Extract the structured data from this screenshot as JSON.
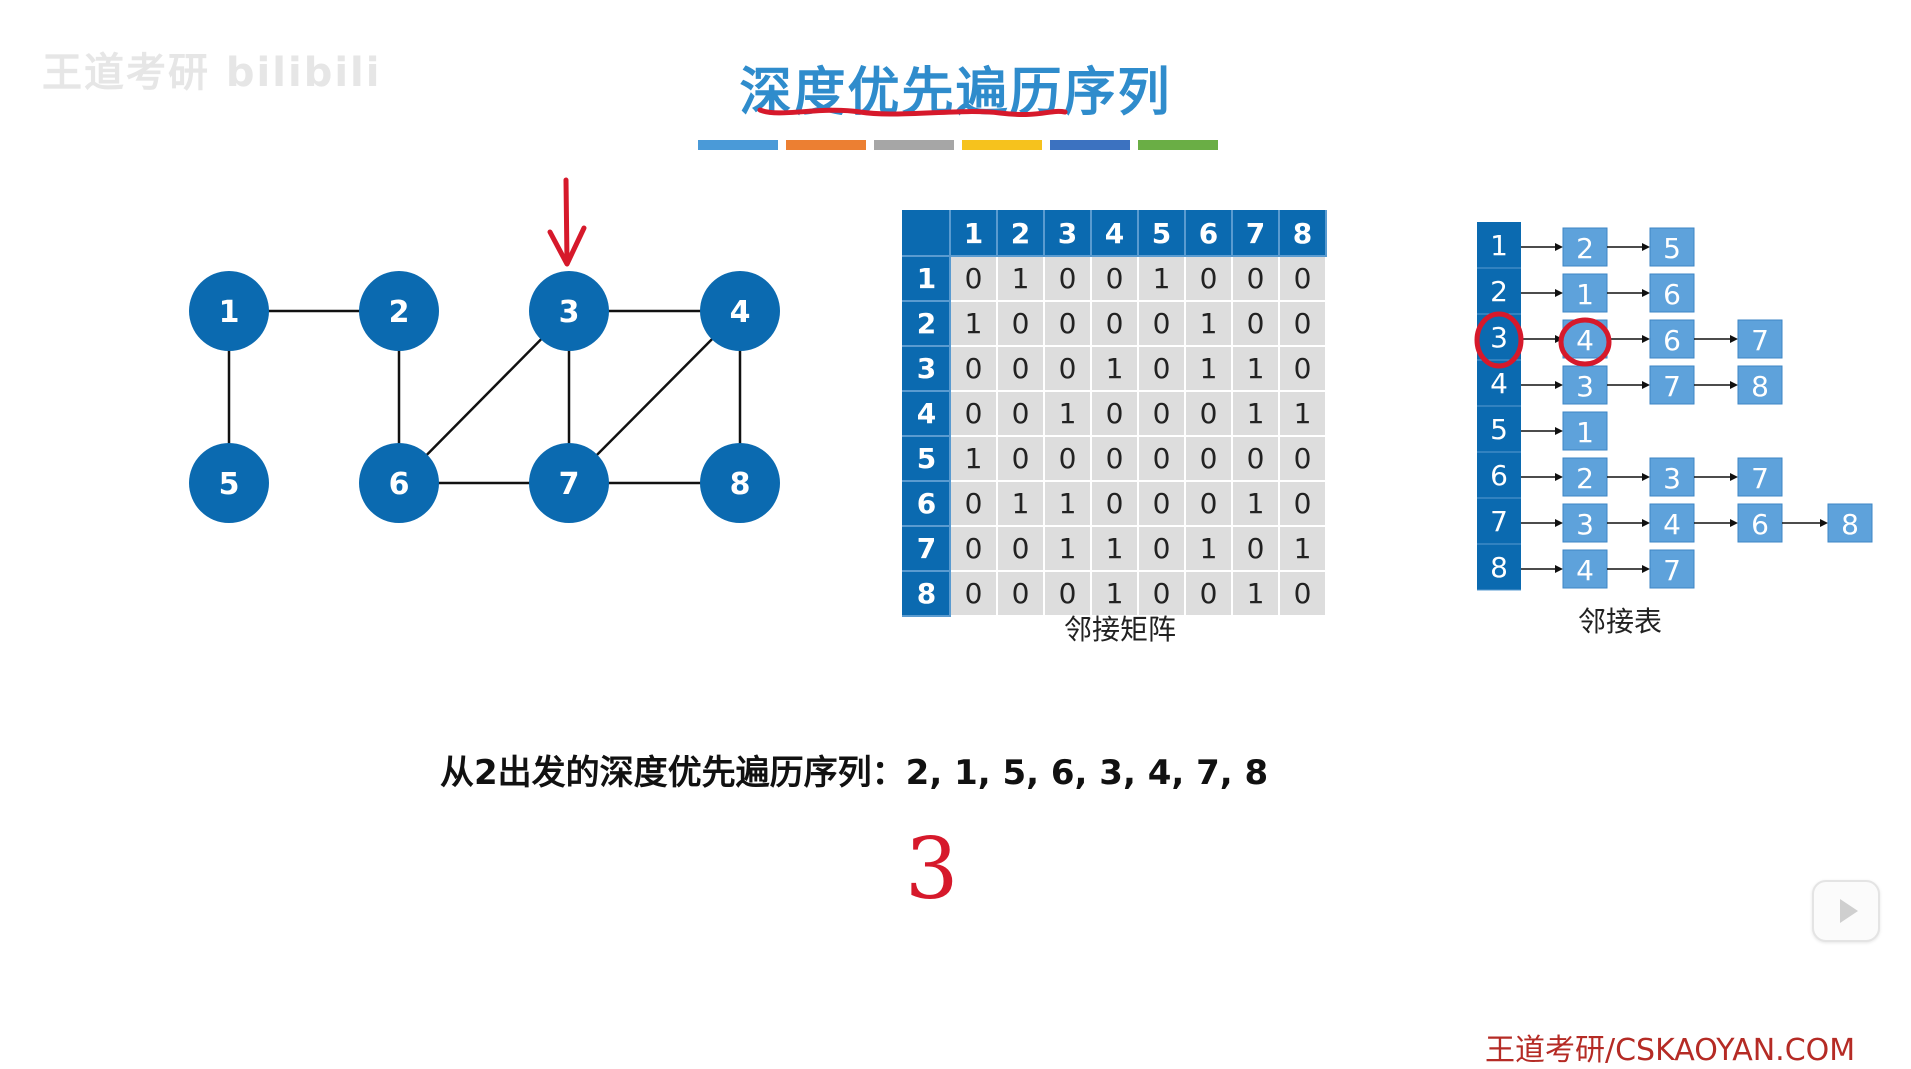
{
  "watermark": "王道考研 bilibili",
  "title": "深度优先遍历序列",
  "colors": [
    "#4a9ad8",
    "#ec7f32",
    "#a6a6a6",
    "#f6c21d",
    "#3c72c0",
    "#6aae45"
  ],
  "graph": {
    "nodes": [
      "1",
      "2",
      "3",
      "4",
      "5",
      "6",
      "7",
      "8"
    ],
    "edges": [
      [
        "1",
        "2"
      ],
      [
        "1",
        "5"
      ],
      [
        "2",
        "6"
      ],
      [
        "3",
        "4"
      ],
      [
        "3",
        "6"
      ],
      [
        "3",
        "7"
      ],
      [
        "4",
        "7"
      ],
      [
        "4",
        "8"
      ],
      [
        "6",
        "7"
      ],
      [
        "7",
        "8"
      ]
    ]
  },
  "matrix": {
    "headers": [
      "1",
      "2",
      "3",
      "4",
      "5",
      "6",
      "7",
      "8"
    ],
    "rows": [
      {
        "label": "1",
        "values": [
          "0",
          "1",
          "0",
          "0",
          "1",
          "0",
          "0",
          "0"
        ]
      },
      {
        "label": "2",
        "values": [
          "1",
          "0",
          "0",
          "0",
          "0",
          "1",
          "0",
          "0"
        ]
      },
      {
        "label": "3",
        "values": [
          "0",
          "0",
          "0",
          "1",
          "0",
          "1",
          "1",
          "0"
        ]
      },
      {
        "label": "4",
        "values": [
          "0",
          "0",
          "1",
          "0",
          "0",
          "0",
          "1",
          "1"
        ]
      },
      {
        "label": "5",
        "values": [
          "1",
          "0",
          "0",
          "0",
          "0",
          "0",
          "0",
          "0"
        ]
      },
      {
        "label": "6",
        "values": [
          "0",
          "1",
          "1",
          "0",
          "0",
          "0",
          "1",
          "0"
        ]
      },
      {
        "label": "7",
        "values": [
          "0",
          "0",
          "1",
          "1",
          "0",
          "1",
          "0",
          "1"
        ]
      },
      {
        "label": "8",
        "values": [
          "0",
          "0",
          "0",
          "1",
          "0",
          "0",
          "1",
          "0"
        ]
      }
    ],
    "caption": "邻接矩阵"
  },
  "adjacency_list": {
    "rows": [
      {
        "vertex": "1",
        "neighbors": [
          "2",
          "5"
        ]
      },
      {
        "vertex": "2",
        "neighbors": [
          "1",
          "6"
        ]
      },
      {
        "vertex": "3",
        "neighbors": [
          "4",
          "6",
          "7"
        ]
      },
      {
        "vertex": "4",
        "neighbors": [
          "3",
          "7",
          "8"
        ]
      },
      {
        "vertex": "5",
        "neighbors": [
          "1"
        ]
      },
      {
        "vertex": "6",
        "neighbors": [
          "2",
          "3",
          "7"
        ]
      },
      {
        "vertex": "7",
        "neighbors": [
          "3",
          "4",
          "6",
          "8"
        ]
      },
      {
        "vertex": "8",
        "neighbors": [
          "4",
          "7"
        ]
      }
    ],
    "caption": "邻接表"
  },
  "sequence": "从2出发的深度优先遍历序列：2, 1, 5, 6, 3, 4, 7, 8",
  "handwritten_note": "3",
  "footer": "王道考研/CSKAOYAN.COM"
}
